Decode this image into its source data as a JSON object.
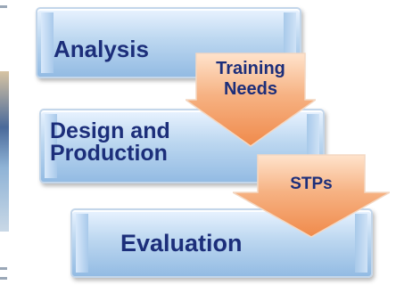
{
  "stages": [
    {
      "label": "Analysis"
    },
    {
      "label": "Design and\nProduction"
    },
    {
      "label": "Evaluation"
    }
  ],
  "arrows": [
    {
      "label": "Training\nNeeds"
    },
    {
      "label": "STPs"
    }
  ],
  "colors": {
    "stage_fill": "#bcd7f0",
    "stage_border": "#c3d6ea",
    "arrow_fill": "#f4a06a",
    "arrow_highlight": "#ffe3cc",
    "text": "#1c2e7a"
  }
}
